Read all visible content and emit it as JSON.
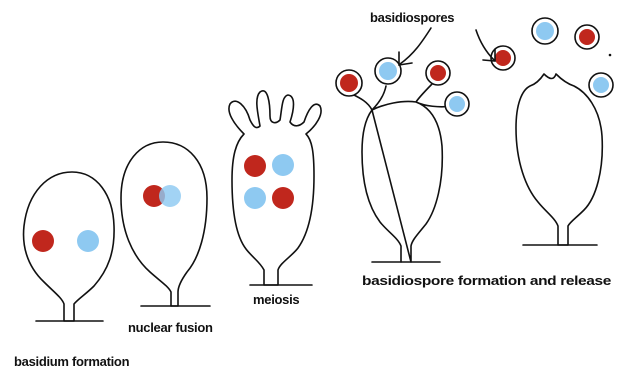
{
  "colors": {
    "red_nucleus": "#c0271d",
    "blue_nucleus": "#8ec9f1",
    "outline": "#111111",
    "background": "#ffffff"
  },
  "labels": {
    "basidiospores": "basidiospores",
    "basidium_formation": "basidium formation",
    "nuclear_fusion": "nuclear fusion",
    "meiosis": "meiosis",
    "spore_formation_release": "basidiospore formation and release"
  }
}
